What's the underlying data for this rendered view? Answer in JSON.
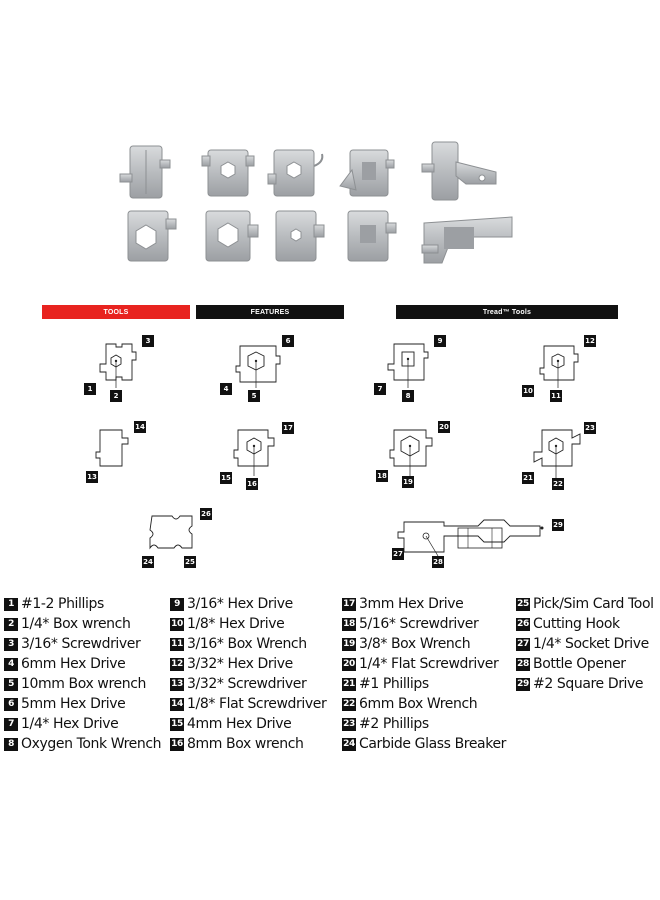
{
  "headers": {
    "tools": "TOOLS",
    "features": "FEATURES",
    "tread_tools": "Tread™ Tools"
  },
  "colors": {
    "tools_bar": "#e8231f",
    "features_bar": "#111111",
    "tread_bar": "#111111",
    "metal": "#c7c9cb",
    "metal_dark": "#8d9093"
  },
  "diagram_badges": [
    "1",
    "2",
    "3",
    "4",
    "5",
    "6",
    "7",
    "8",
    "9",
    "10",
    "11",
    "12",
    "13",
    "14",
    "15",
    "16",
    "17",
    "18",
    "19",
    "20",
    "21",
    "22",
    "23",
    "24",
    "25",
    "26",
    "27",
    "28",
    "29"
  ],
  "legend": {
    "col1": [
      {
        "num": "1",
        "label": "#1-2 Phillips"
      },
      {
        "num": "2",
        "label": "1/4* Box wrench"
      },
      {
        "num": "3",
        "label": "3/16* Screwdriver"
      },
      {
        "num": "4",
        "label": "6mm Hex Drive"
      },
      {
        "num": "5",
        "label": "10mm Box wrench"
      },
      {
        "num": "6",
        "label": "5mm Hex Drive"
      },
      {
        "num": "7",
        "label": "1/4* Hex Drive"
      },
      {
        "num": "8",
        "label": "Oxygen Tonk Wrench"
      }
    ],
    "col2": [
      {
        "num": "9",
        "label": "3/16* Hex Drive"
      },
      {
        "num": "10",
        "label": "1/8* Hex Drive"
      },
      {
        "num": "11",
        "label": "3/16* Box Wrench"
      },
      {
        "num": "12",
        "label": "3/32* Hex Drive"
      },
      {
        "num": "13",
        "label": "3/32* Screwdriver"
      },
      {
        "num": "14",
        "label": "1/8* Flat Screwdriver"
      },
      {
        "num": "15",
        "label": "4mm Hex Drive"
      },
      {
        "num": "16",
        "label": "8mm Box wrench"
      }
    ],
    "col3": [
      {
        "num": "17",
        "label": "3mm Hex Drive"
      },
      {
        "num": "18",
        "label": "5/16* Screwdriver"
      },
      {
        "num": "19",
        "label": "3/8* Box Wrench"
      },
      {
        "num": "20",
        "label": "1/4* Flat Screwdriver"
      },
      {
        "num": "21",
        "label": "#1 Phillips"
      },
      {
        "num": "22",
        "label": "6mm Box Wrench"
      },
      {
        "num": "23",
        "label": "#2 Phillips"
      },
      {
        "num": "24",
        "label": "Carbide Glass Breaker"
      }
    ],
    "col4": [
      {
        "num": "25",
        "label": "Pick/Sim Card Tool"
      },
      {
        "num": "26",
        "label": "Cutting Hook"
      },
      {
        "num": "27",
        "label": "1/4* Socket Drive"
      },
      {
        "num": "28",
        "label": "Bottle Opener"
      },
      {
        "num": "29",
        "label": "#2 Square Drive"
      }
    ]
  }
}
